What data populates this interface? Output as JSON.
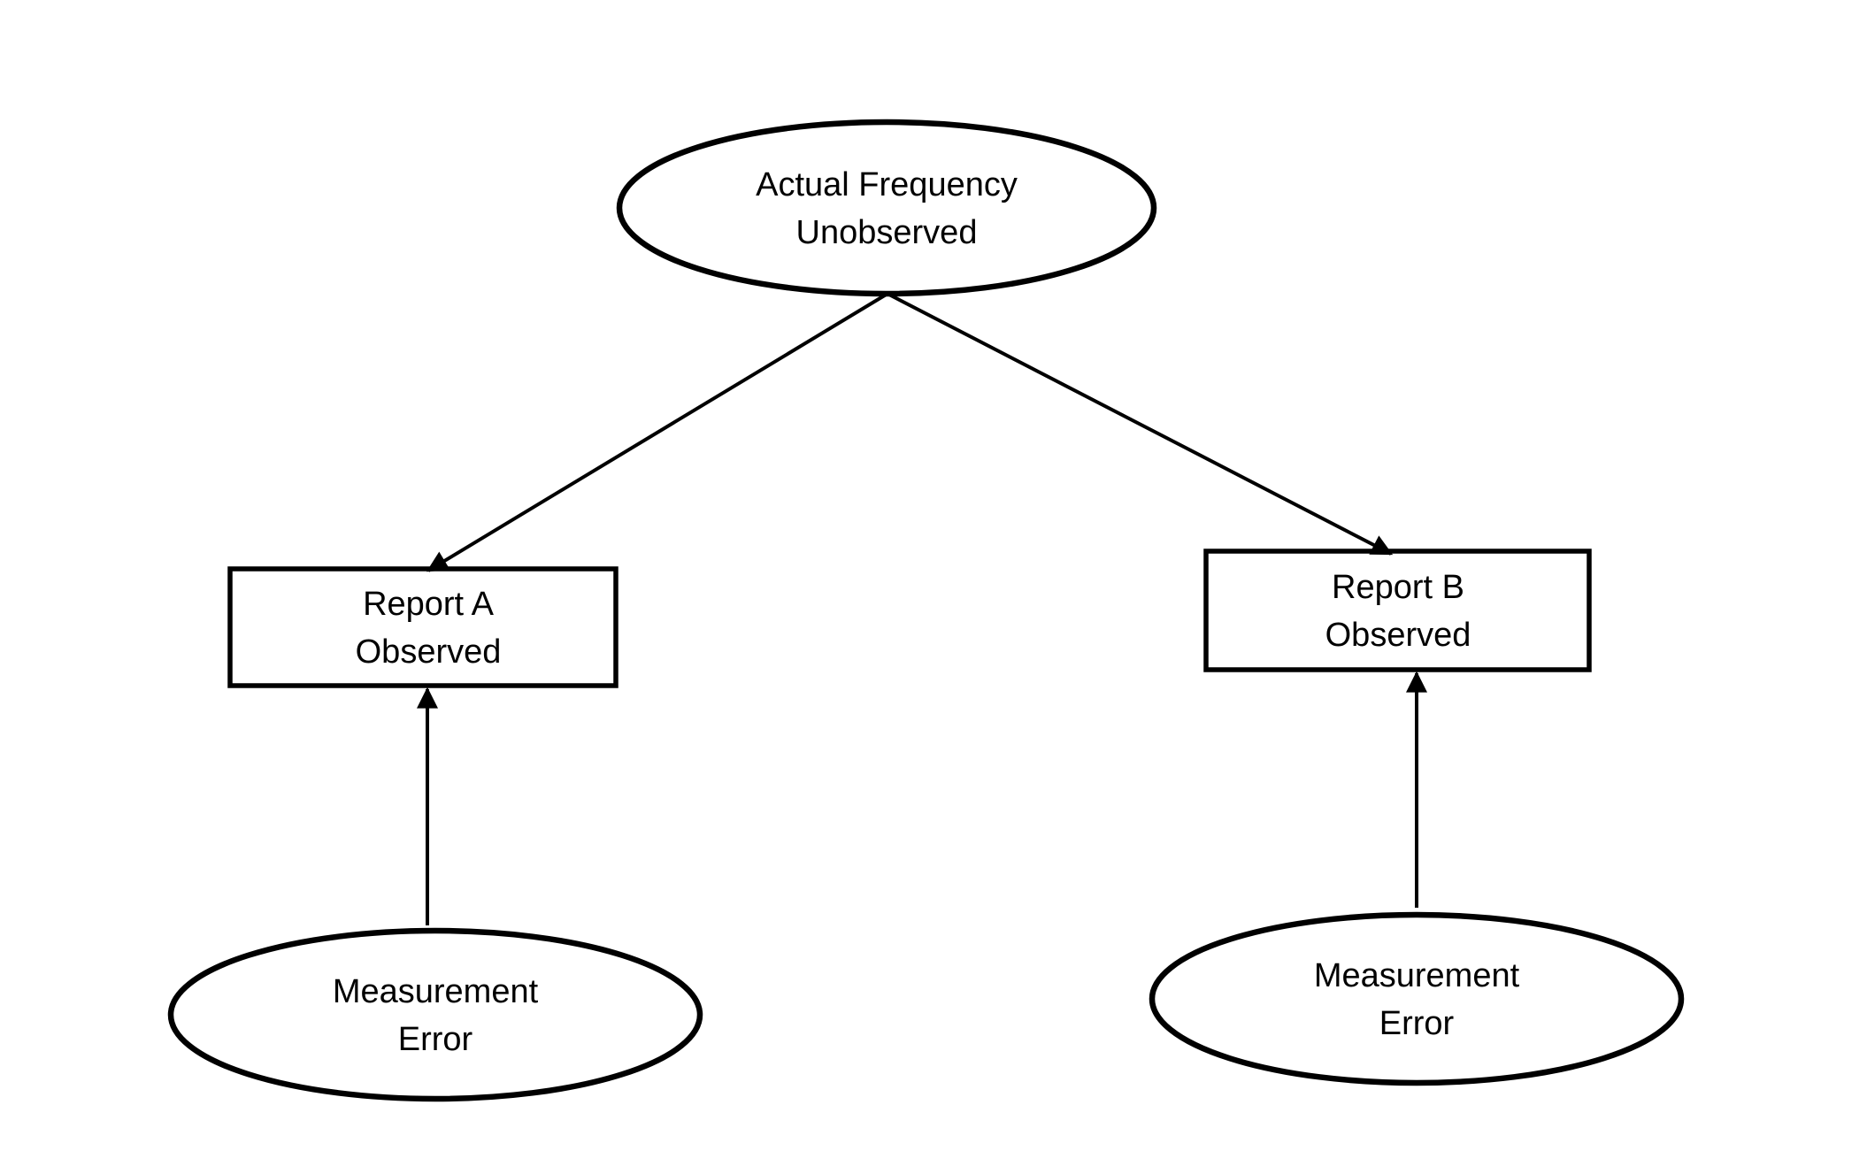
{
  "diagram": {
    "colors": {
      "background": "#ffffff",
      "stroke": "#000000",
      "text": "#000000"
    },
    "nodes": {
      "actual_frequency": {
        "shape": "ellipse",
        "label_line1": "Actual Frequency",
        "label_line2": "Unobserved"
      },
      "report_a": {
        "shape": "rectangle",
        "label_line1": "Report A",
        "label_line2": "Observed"
      },
      "report_b": {
        "shape": "rectangle",
        "label_line1": "Report B",
        "label_line2": "Observed"
      },
      "measurement_error_a": {
        "shape": "ellipse",
        "label_line1": "Measurement",
        "label_line2": "Error"
      },
      "measurement_error_b": {
        "shape": "ellipse",
        "label_line1": "Measurement",
        "label_line2": "Error"
      }
    },
    "edges": [
      {
        "from": "actual_frequency",
        "to": "report_a",
        "style": "arrow",
        "arrowhead_at": "target"
      },
      {
        "from": "actual_frequency",
        "to": "report_b",
        "style": "arrow",
        "arrowhead_at": "target"
      },
      {
        "from": "measurement_error_a",
        "to": "report_a",
        "style": "arrow",
        "arrowhead_at": "target"
      },
      {
        "from": "measurement_error_b",
        "to": "report_b",
        "style": "arrow",
        "arrowhead_at": "target"
      }
    ]
  }
}
